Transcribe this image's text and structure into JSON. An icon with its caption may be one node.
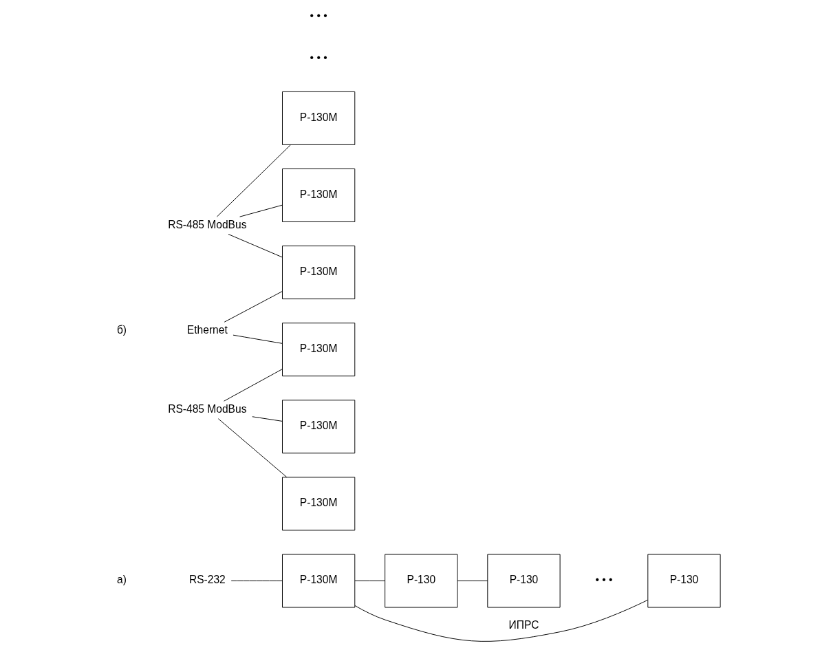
{
  "diagram": {
    "nodes": [
      {
        "text": [
          "RS-232"
        ]
      },
      {
        "text": [
          "Р-130М"
        ]
      },
      {
        "text": [
          "Р-130"
        ]
      },
      {
        "text": [
          "Р-130"
        ]
      },
      {
        "text": [
          "Р-130"
        ]
      },
      {
        "text": [
          "Ethernet"
        ]
      },
      {
        "text": [
          "RS-485 ModBus"
        ]
      },
      {
        "text": [
          "Р-130М"
        ]
      },
      {
        "text": [
          "Р-130М"
        ]
      },
      {
        "text": [
          "Р-130М"
        ]
      },
      {
        "text": [
          "RS-485 ModBus"
        ]
      },
      {
        "text": [
          "Р-130М"
        ]
      },
      {
        "text": [
          "Р-130М"
        ]
      },
      {
        "text": [
          "Р-130М"
        ]
      }
    ],
    "edges": [
      {
        "from": 0,
        "to": 1,
        "arrow": "none"
      },
      {
        "from": 1,
        "to": 2,
        "arrow": "none"
      },
      {
        "from": 2,
        "to": 3,
        "arrow": "none"
      },
      {
        "from": 4,
        "to": 1,
        "arrow": "none",
        "label": "ИПРС"
      },
      {
        "from": 5,
        "to": 7,
        "arrow": "none"
      },
      {
        "from": 5,
        "to": 11,
        "arrow": "none"
      },
      {
        "from": 6,
        "to": 7,
        "arrow": "none"
      },
      {
        "from": 6,
        "to": 8,
        "arrow": "none"
      },
      {
        "from": 6,
        "to": 9,
        "arrow": "none"
      },
      {
        "from": 10,
        "to": 11,
        "arrow": "none"
      },
      {
        "from": 10,
        "to": 12,
        "arrow": "none"
      },
      {
        "from": 10,
        "to": 13,
        "arrow": "none"
      }
    ],
    "labels": [
      "а)",
      "• • •",
      "б)",
      "• • •",
      "• • •"
    ]
  }
}
